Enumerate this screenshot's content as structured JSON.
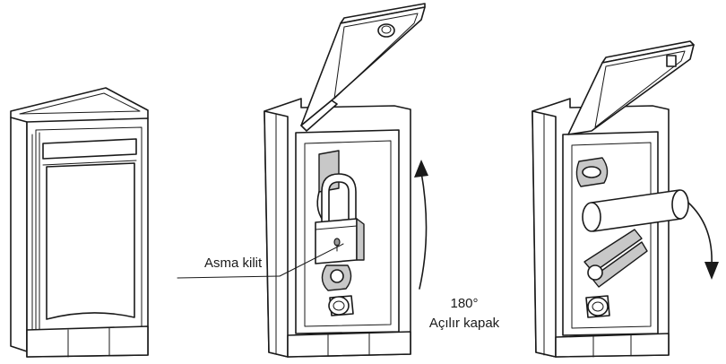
{
  "labels": {
    "padlock": "Asma kilit",
    "rotation_angle": "180°",
    "flip_cover": "Açılır kapak"
  },
  "colors": {
    "line": "#1a1a1a",
    "light_fill": "#c8c8c8",
    "mid_fill": "#9a9a9a",
    "background": "#ffffff"
  }
}
